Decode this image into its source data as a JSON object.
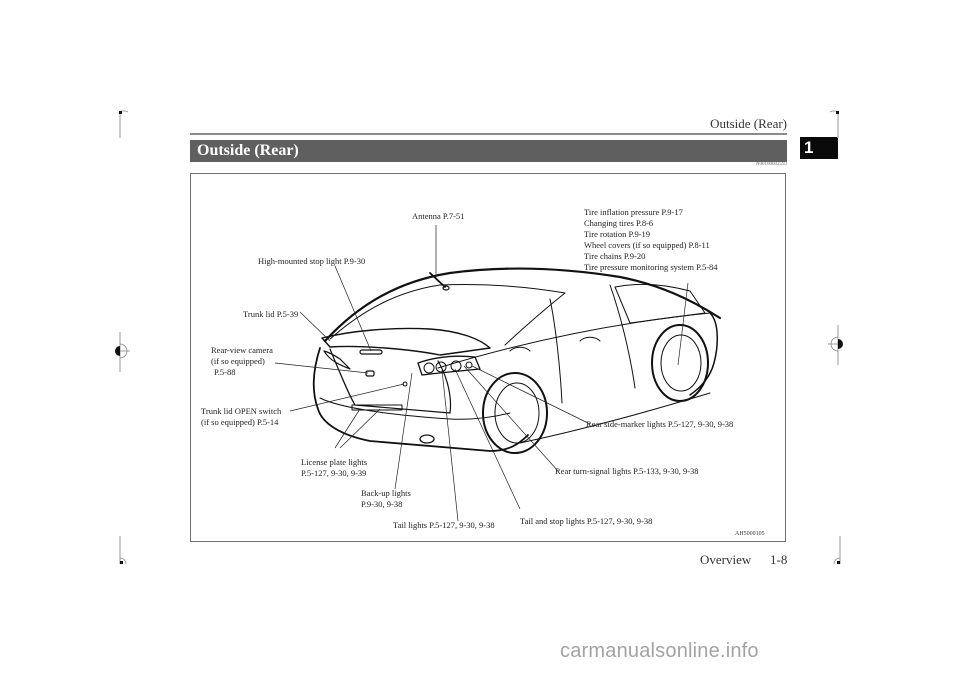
{
  "header": {
    "running_title": "Outside (Rear)",
    "chapter_number": "1"
  },
  "section": {
    "title": "Outside (Rear)",
    "doc_id": "N00100602593"
  },
  "figure": {
    "code": "AH5000105",
    "callouts": {
      "antenna": "Antenna P.7-51",
      "high_mounted_stop_light": "High-mounted stop light P.9-30",
      "trunk_lid": "Trunk lid P.5-39",
      "rear_view_camera": [
        "Rear-view camera",
        "(if so equipped)",
        "P.5-88"
      ],
      "trunk_lid_open_switch": [
        "Trunk lid OPEN switch",
        "(if so equipped) P.5-14"
      ],
      "license_plate_lights": [
        "License plate lights",
        "P.5-127, 9-30, 9-39"
      ],
      "back_up_lights": [
        "Back-up lights",
        "P.9-30, 9-38"
      ],
      "tail_lights": "Tail lights P.5-127, 9-30, 9-38",
      "tail_and_stop_lights": "Tail and stop lights P.5-127, 9-30, 9-38",
      "rear_turn_signal_lights": "Rear turn-signal lights P.5-133, 9-30, 9-38",
      "rear_side_marker_lights": "Rear side-marker lights P.5-127, 9-30, 9-38",
      "tires": [
        "Tire inflation pressure P.9-17",
        "Changing tires P.8-6",
        "Tire rotation P.9-19",
        "Wheel covers (if so equipped) P.8-11",
        "Tire chains P.9-20",
        "Tire pressure monitoring system P.5-84"
      ]
    }
  },
  "footer": {
    "chapter": "Overview",
    "page": "1-8"
  },
  "watermark": "carmanualsonline.info"
}
